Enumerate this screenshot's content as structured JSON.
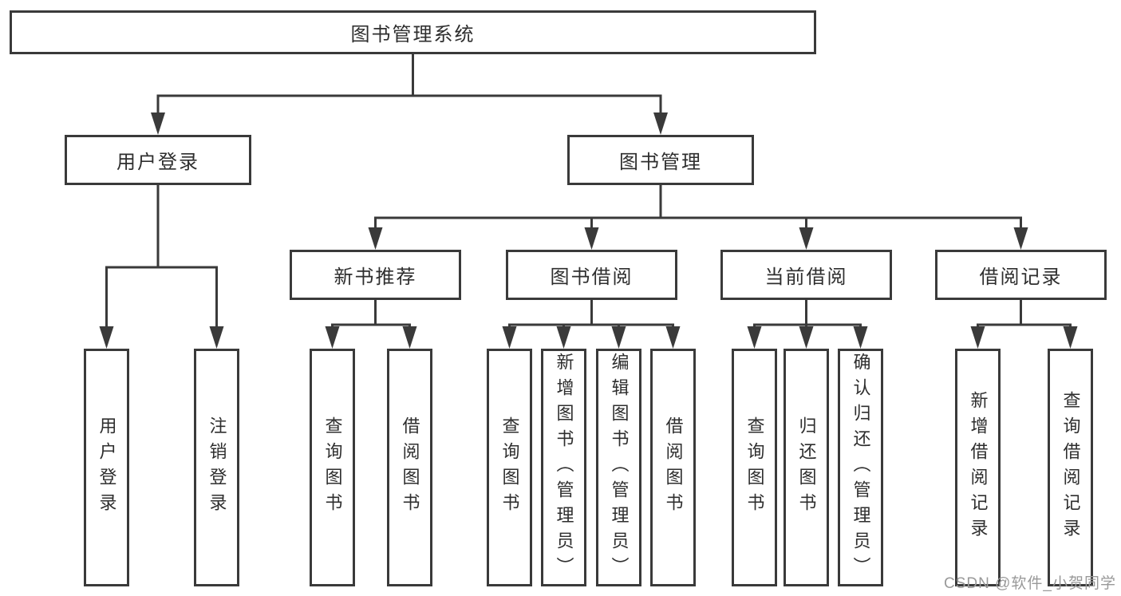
{
  "colors": {
    "line": "#3a3a3a",
    "border": "#3a3a3a",
    "text": "#2e2e2e",
    "background": "#ffffff",
    "watermark": "#999999"
  },
  "root": {
    "label": "图书管理系统"
  },
  "level2": [
    {
      "label": "用户登录",
      "parent": "图书管理系统"
    },
    {
      "label": "图书管理",
      "parent": "图书管理系统"
    }
  ],
  "level3": [
    {
      "label": "新书推荐",
      "parent": "图书管理"
    },
    {
      "label": "图书借阅",
      "parent": "图书管理"
    },
    {
      "label": "当前借阅",
      "parent": "图书管理"
    },
    {
      "label": "借阅记录",
      "parent": "图书管理"
    }
  ],
  "leaves": [
    {
      "label": "用户登录",
      "parent": "用户登录"
    },
    {
      "label": "注销登录",
      "parent": "用户登录"
    },
    {
      "label": "查询图书",
      "parent": "新书推荐"
    },
    {
      "label": "借阅图书",
      "parent": "新书推荐"
    },
    {
      "label": "查询图书",
      "parent": "图书借阅"
    },
    {
      "label": "新增图书（管理员）",
      "parent": "图书借阅"
    },
    {
      "label": "编辑图书（管理员）",
      "parent": "图书借阅"
    },
    {
      "label": "借阅图书",
      "parent": "图书借阅"
    },
    {
      "label": "查询图书",
      "parent": "当前借阅"
    },
    {
      "label": "归还图书",
      "parent": "当前借阅"
    },
    {
      "label": "确认归还（管理员）",
      "parent": "当前借阅"
    },
    {
      "label": "新增借阅记录",
      "parent": "借阅记录"
    },
    {
      "label": "查询借阅记录",
      "parent": "借阅记录"
    }
  ],
  "watermark": {
    "text": "CSDN @软件_小贺同学"
  }
}
